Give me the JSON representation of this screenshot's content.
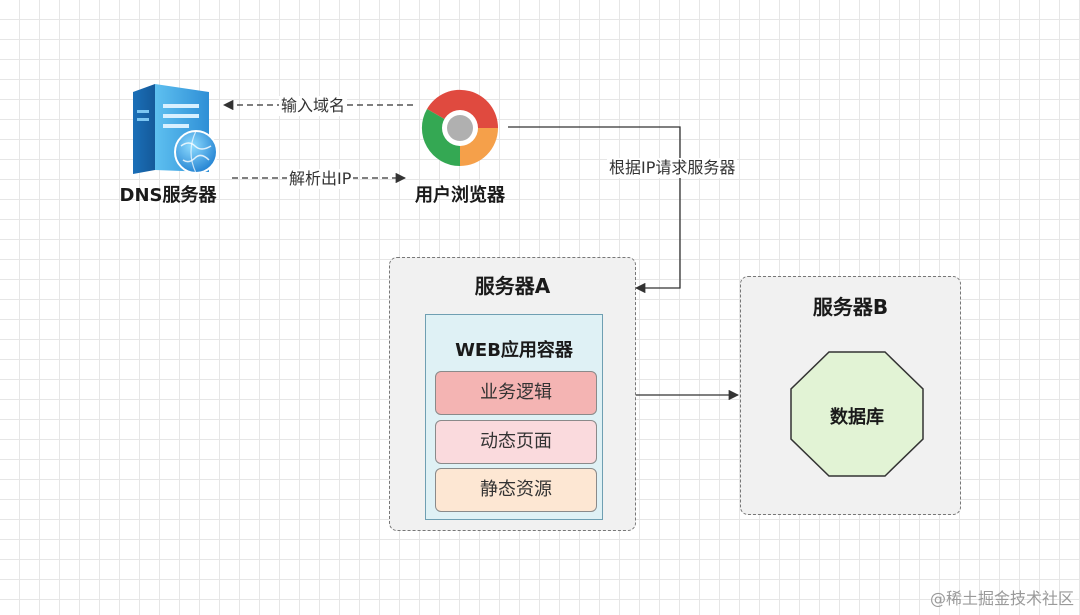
{
  "nodes": {
    "dns_server": {
      "label": "DNS服务器",
      "icon": "dns-server-globe-icon"
    },
    "browser": {
      "label": "用户浏览器",
      "icon": "chrome-browser-icon"
    },
    "server_a": {
      "title": "服务器A",
      "container": {
        "title": "WEB应用容器",
        "layers": [
          {
            "label": "业务逻辑",
            "color": "#f4b4b3"
          },
          {
            "label": "动态页面",
            "color": "#fadadd"
          },
          {
            "label": "静态资源",
            "color": "#fde7d3"
          }
        ]
      }
    },
    "server_b": {
      "title": "服务器B",
      "database": {
        "label": "数据库",
        "color": "#e2f3d5"
      }
    }
  },
  "edges": {
    "input_domain": "输入域名",
    "resolve_ip": "解析出IP",
    "request_server": "根据IP请求服务器"
  },
  "watermark": "@稀土掘金技术社区"
}
